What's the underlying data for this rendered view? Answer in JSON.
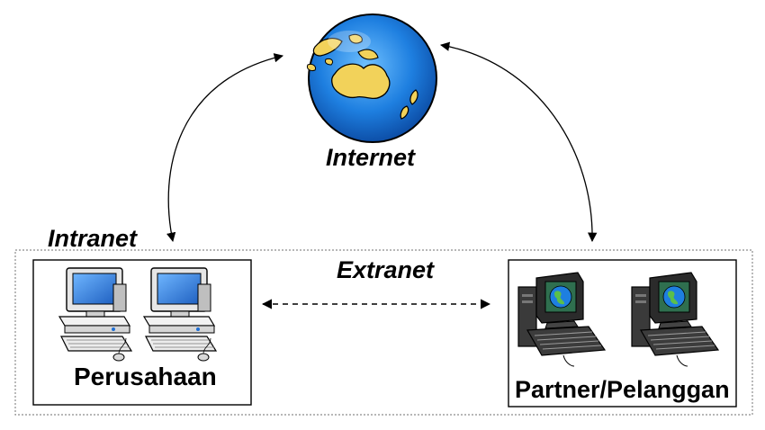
{
  "labels": {
    "internet": "Internet",
    "intranet": "Intranet",
    "extranet": "Extranet",
    "company": "Perusahaan",
    "partner": "Partner/Pelanggan"
  },
  "colors": {
    "ocean": "#1e7fe0",
    "land": "#f2d25a",
    "outline": "#000000",
    "dotted_border": "#8c8c8c",
    "pc_light": "#e6e6e6",
    "pc_dark": "#2b2b2b",
    "screen_blue": "#1e6fd6",
    "monitor_green": "#2f6f4f"
  },
  "icons": {
    "globe": "globe-icon",
    "company_pc": "desktop-computer-icon",
    "partner_pc": "workstation-computer-icon"
  }
}
